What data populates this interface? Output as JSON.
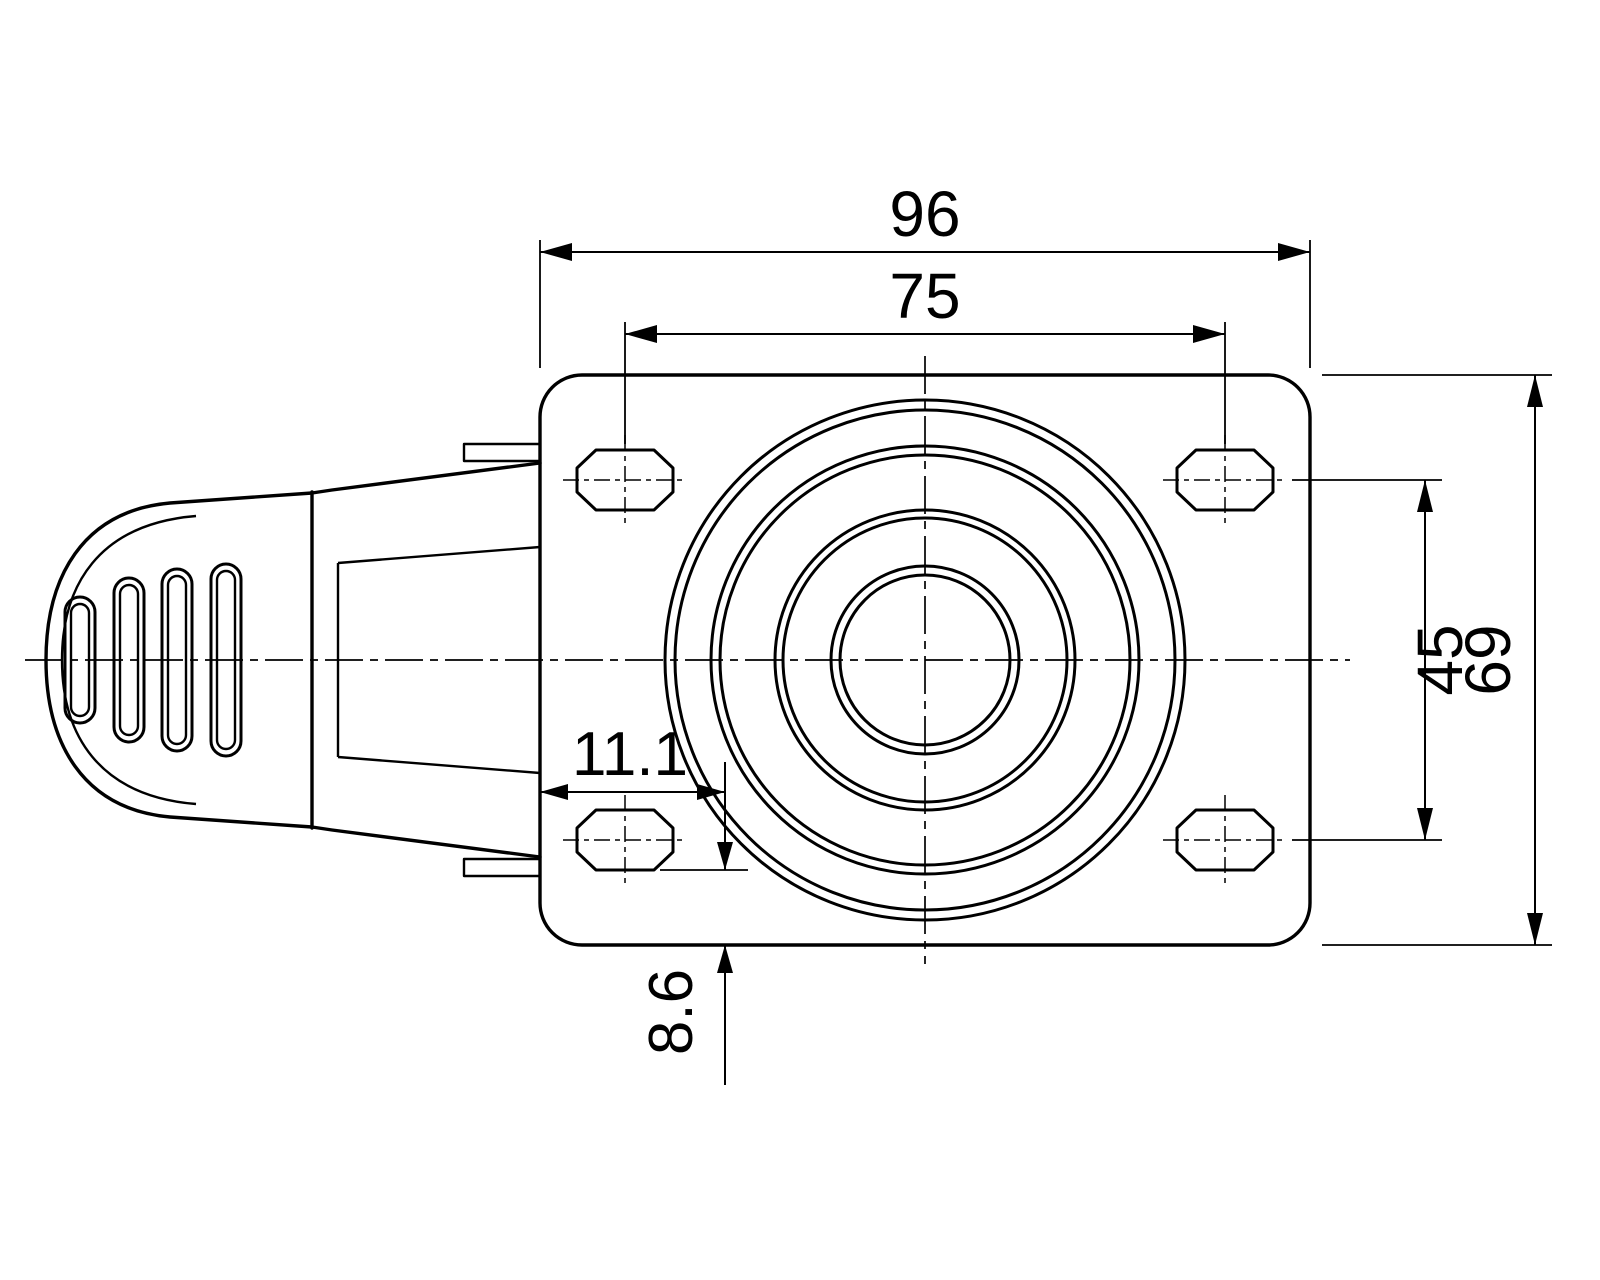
{
  "drawing": {
    "title": "caster-swivel-top-view",
    "background_color": "#ffffff",
    "line_color": "#000000"
  },
  "dimensions": {
    "overall_width": "96",
    "bolt_hole_spacing_horizontal": "75",
    "bolt_hole_spacing_vertical": "45",
    "plate_depth": "69",
    "plate_edge_to_hole_center": "11.1",
    "hole_edge_to_plate_edge": "8.6"
  }
}
